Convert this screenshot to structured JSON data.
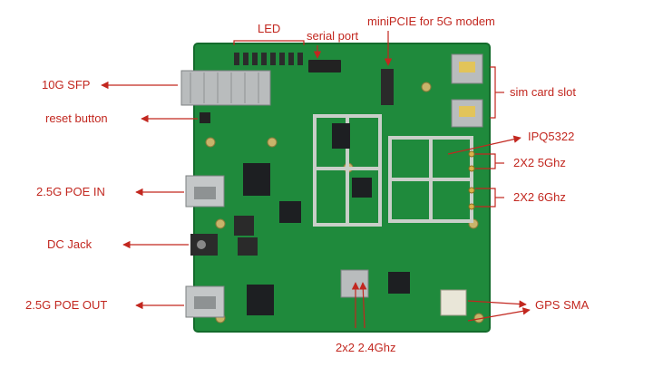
{
  "labels": {
    "led": "LED",
    "serial_port": "serial port",
    "minipcie": "miniPCIE for 5G modem",
    "sfp_10g": "10G SFP",
    "sim_slot": "sim card slot",
    "reset_button": "reset button",
    "ipq": "IPQ5322",
    "wifi_5ghz": "2X2 5Ghz",
    "poe_in": "2.5G POE IN",
    "wifi_6ghz": "2X2 6Ghz",
    "dc_jack": "DC Jack",
    "poe_out": "2.5G POE OUT",
    "gps_sma": "GPS SMA",
    "wifi_24ghz": "2x2 2.4Ghz"
  },
  "colors": {
    "annotation": "#c2271f",
    "board": "#1f8a3c",
    "board_dark": "#146b2c",
    "shield": "#c9cfc9",
    "metal": "#b9bcbd",
    "chip": "#1d1f22"
  }
}
